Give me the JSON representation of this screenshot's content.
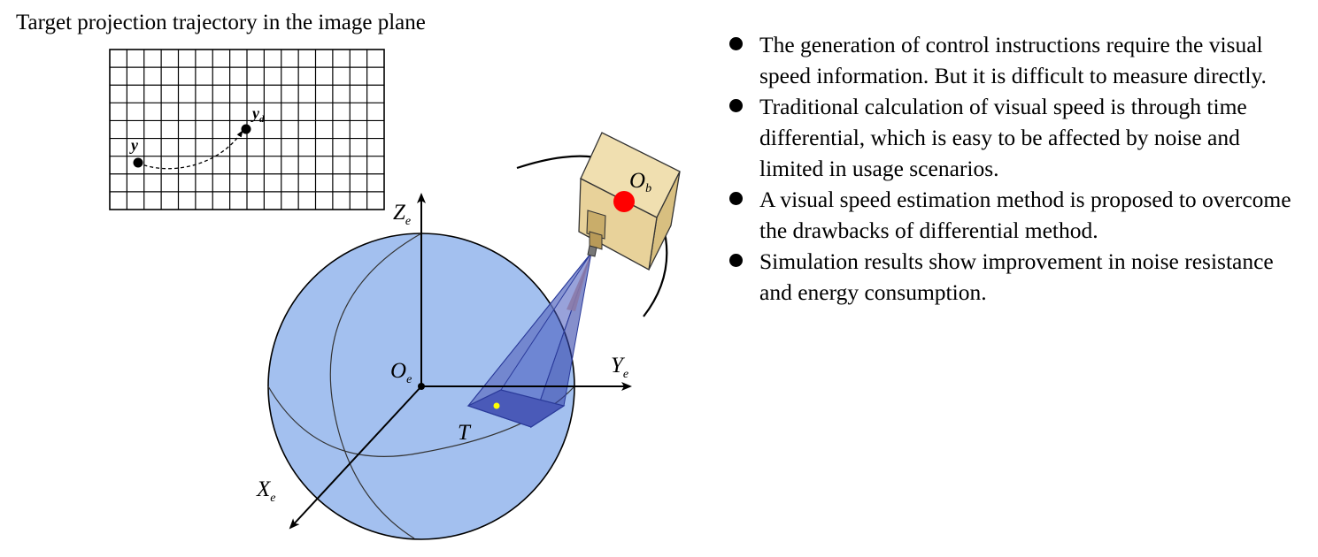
{
  "diagram": {
    "title": "Target projection trajectory in the image plane",
    "grid_labels": {
      "start": "y",
      "end_main": "y",
      "end_sub": "d"
    },
    "axis_labels": {
      "z": {
        "main": "Z",
        "sub": "e"
      },
      "y": {
        "main": "Y",
        "sub": "e"
      },
      "x": {
        "main": "X",
        "sub": "e"
      },
      "origin": {
        "main": "O",
        "sub": "e"
      }
    },
    "camera_label": {
      "main": "O",
      "sub": "b"
    },
    "target_label": "T",
    "colors": {
      "sphere": "#a3c0ef",
      "camera_box": "#e8d29a",
      "camera_center": "#ff0000",
      "target_point": "#ffff00",
      "fov_beam": "#5566cc"
    }
  },
  "bullets": [
    "The generation of control instructions require the visual speed information. But it is difficult to measure directly.",
    "Traditional calculation of visual speed is through time differential, which is easy to be affected by noise and limited in usage scenarios.",
    "A visual speed estimation method is proposed to overcome the drawbacks of differential method.",
    "Simulation results show improvement in noise resistance and energy consumption."
  ]
}
